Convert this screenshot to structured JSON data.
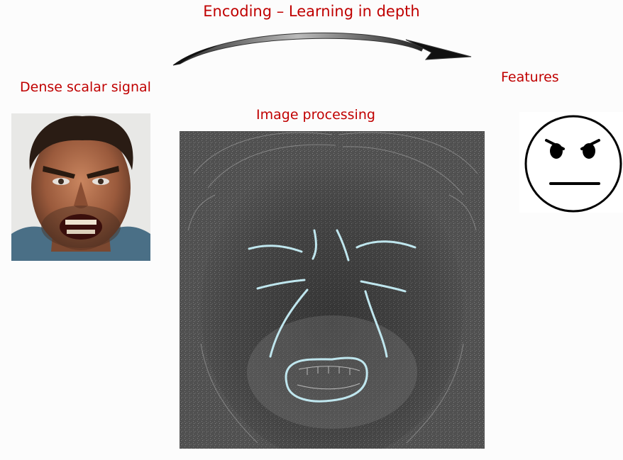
{
  "title": "Encoding – Learning in depth",
  "labels": {
    "left": "Dense scalar signal",
    "middle": "Image processing",
    "right": "Features"
  },
  "colors": {
    "label_red": "#c00000",
    "overlay_lines": "#bfe6ee"
  },
  "images": {
    "left": "angry-face-photo",
    "middle": "edge-detected-face-with-feature-lines",
    "right": "angry-smiley-drawing"
  }
}
